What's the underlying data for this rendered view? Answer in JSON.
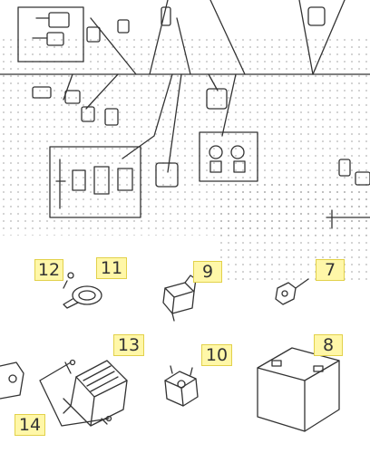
{
  "diagram": {
    "callouts": [
      {
        "id": "12",
        "label": "12"
      },
      {
        "id": "11",
        "label": "11"
      },
      {
        "id": "9",
        "label": "9"
      },
      {
        "id": "7",
        "label": "7"
      },
      {
        "id": "13",
        "label": "13"
      },
      {
        "id": "10",
        "label": "10"
      },
      {
        "id": "8",
        "label": "8"
      },
      {
        "id": "14",
        "label": "14"
      }
    ],
    "colors": {
      "line": "#333333",
      "dot": "#8a8a8a",
      "highlight": "#fff7a8",
      "highlight_border": "#e2d14a"
    }
  }
}
